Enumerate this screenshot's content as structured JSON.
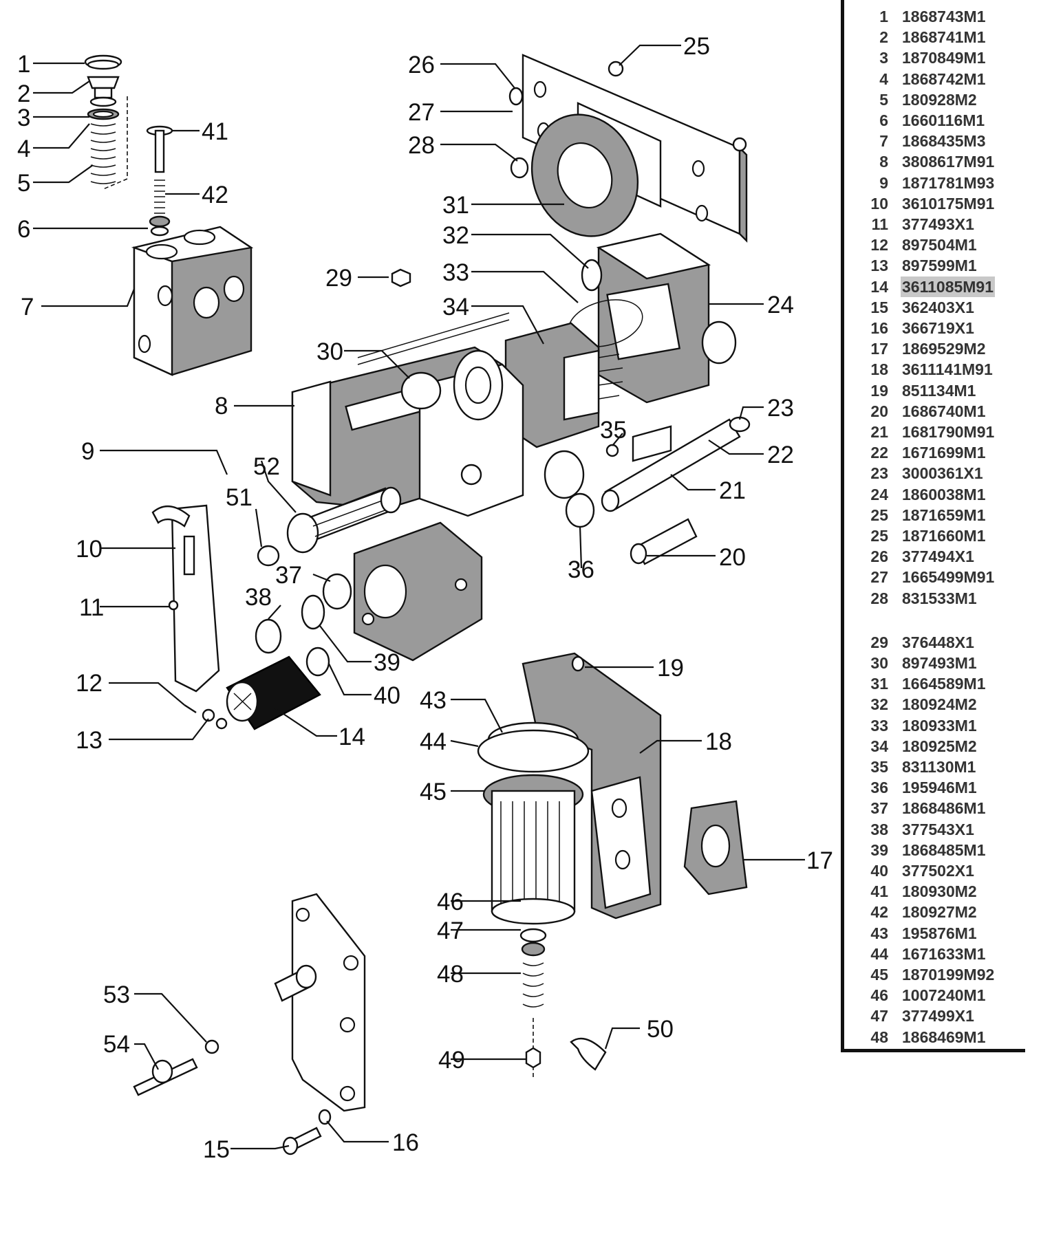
{
  "callouts": [
    "1",
    "2",
    "3",
    "4",
    "5",
    "6",
    "7",
    "8",
    "9",
    "10",
    "11",
    "12",
    "13",
    "14",
    "15",
    "16",
    "17",
    "18",
    "19",
    "20",
    "21",
    "22",
    "23",
    "24",
    "25",
    "26",
    "27",
    "28",
    "29",
    "30",
    "31",
    "32",
    "33",
    "34",
    "35",
    "36",
    "37",
    "38",
    "39",
    "40",
    "41",
    "42",
    "43",
    "44",
    "45",
    "46",
    "47",
    "48",
    "49",
    "50",
    "51",
    "52",
    "53",
    "54"
  ],
  "parts_list": [
    {
      "num": "1",
      "code": "1868743M1"
    },
    {
      "num": "2",
      "code": "1868741M1"
    },
    {
      "num": "3",
      "code": "1870849M1"
    },
    {
      "num": "4",
      "code": "1868742M1"
    },
    {
      "num": "5",
      "code": "180928M2"
    },
    {
      "num": "6",
      "code": "1660116M1"
    },
    {
      "num": "7",
      "code": "1868435M3"
    },
    {
      "num": "8",
      "code": "3808617M91"
    },
    {
      "num": "9",
      "code": "1871781M93"
    },
    {
      "num": "10",
      "code": "3610175M91"
    },
    {
      "num": "11",
      "code": "377493X1"
    },
    {
      "num": "12",
      "code": "897504M1"
    },
    {
      "num": "13",
      "code": "897599M1"
    },
    {
      "num": "14",
      "code": "3611085M91",
      "highlight": true
    },
    {
      "num": "15",
      "code": "362403X1"
    },
    {
      "num": "16",
      "code": "366719X1"
    },
    {
      "num": "17",
      "code": "1869529M2"
    },
    {
      "num": "18",
      "code": "3611141M91"
    },
    {
      "num": "19",
      "code": "851134M1"
    },
    {
      "num": "20",
      "code": "1686740M1"
    },
    {
      "num": "21",
      "code": "1681790M91"
    },
    {
      "num": "22",
      "code": "1671699M1"
    },
    {
      "num": "23",
      "code": "3000361X1"
    },
    {
      "num": "24",
      "code": "1860038M1"
    },
    {
      "num": "25",
      "code": "1871659M1"
    },
    {
      "num": "25",
      "code": "1871660M1"
    },
    {
      "num": "26",
      "code": "377494X1"
    },
    {
      "num": "27",
      "code": "1665499M91"
    },
    {
      "num": "28",
      "code": "831533M1"
    },
    {
      "num": "29",
      "code": "376448X1"
    },
    {
      "num": "30",
      "code": "897493M1"
    },
    {
      "num": "31",
      "code": "1664589M1"
    },
    {
      "num": "32",
      "code": "180924M2"
    },
    {
      "num": "33",
      "code": "180933M1"
    },
    {
      "num": "34",
      "code": "180925M2"
    },
    {
      "num": "35",
      "code": "831130M1"
    },
    {
      "num": "36",
      "code": "195946M1"
    },
    {
      "num": "37",
      "code": "1868486M1"
    },
    {
      "num": "38",
      "code": "377543X1"
    },
    {
      "num": "39",
      "code": "1868485M1"
    },
    {
      "num": "40",
      "code": "377502X1"
    },
    {
      "num": "41",
      "code": "180930M2"
    },
    {
      "num": "42",
      "code": "180927M2"
    },
    {
      "num": "43",
      "code": "195876M1"
    },
    {
      "num": "44",
      "code": "1671633M1"
    },
    {
      "num": "45",
      "code": "1870199M92"
    },
    {
      "num": "46",
      "code": "1007240M1"
    },
    {
      "num": "47",
      "code": "377499X1"
    },
    {
      "num": "48",
      "code": "1868469M1"
    }
  ]
}
